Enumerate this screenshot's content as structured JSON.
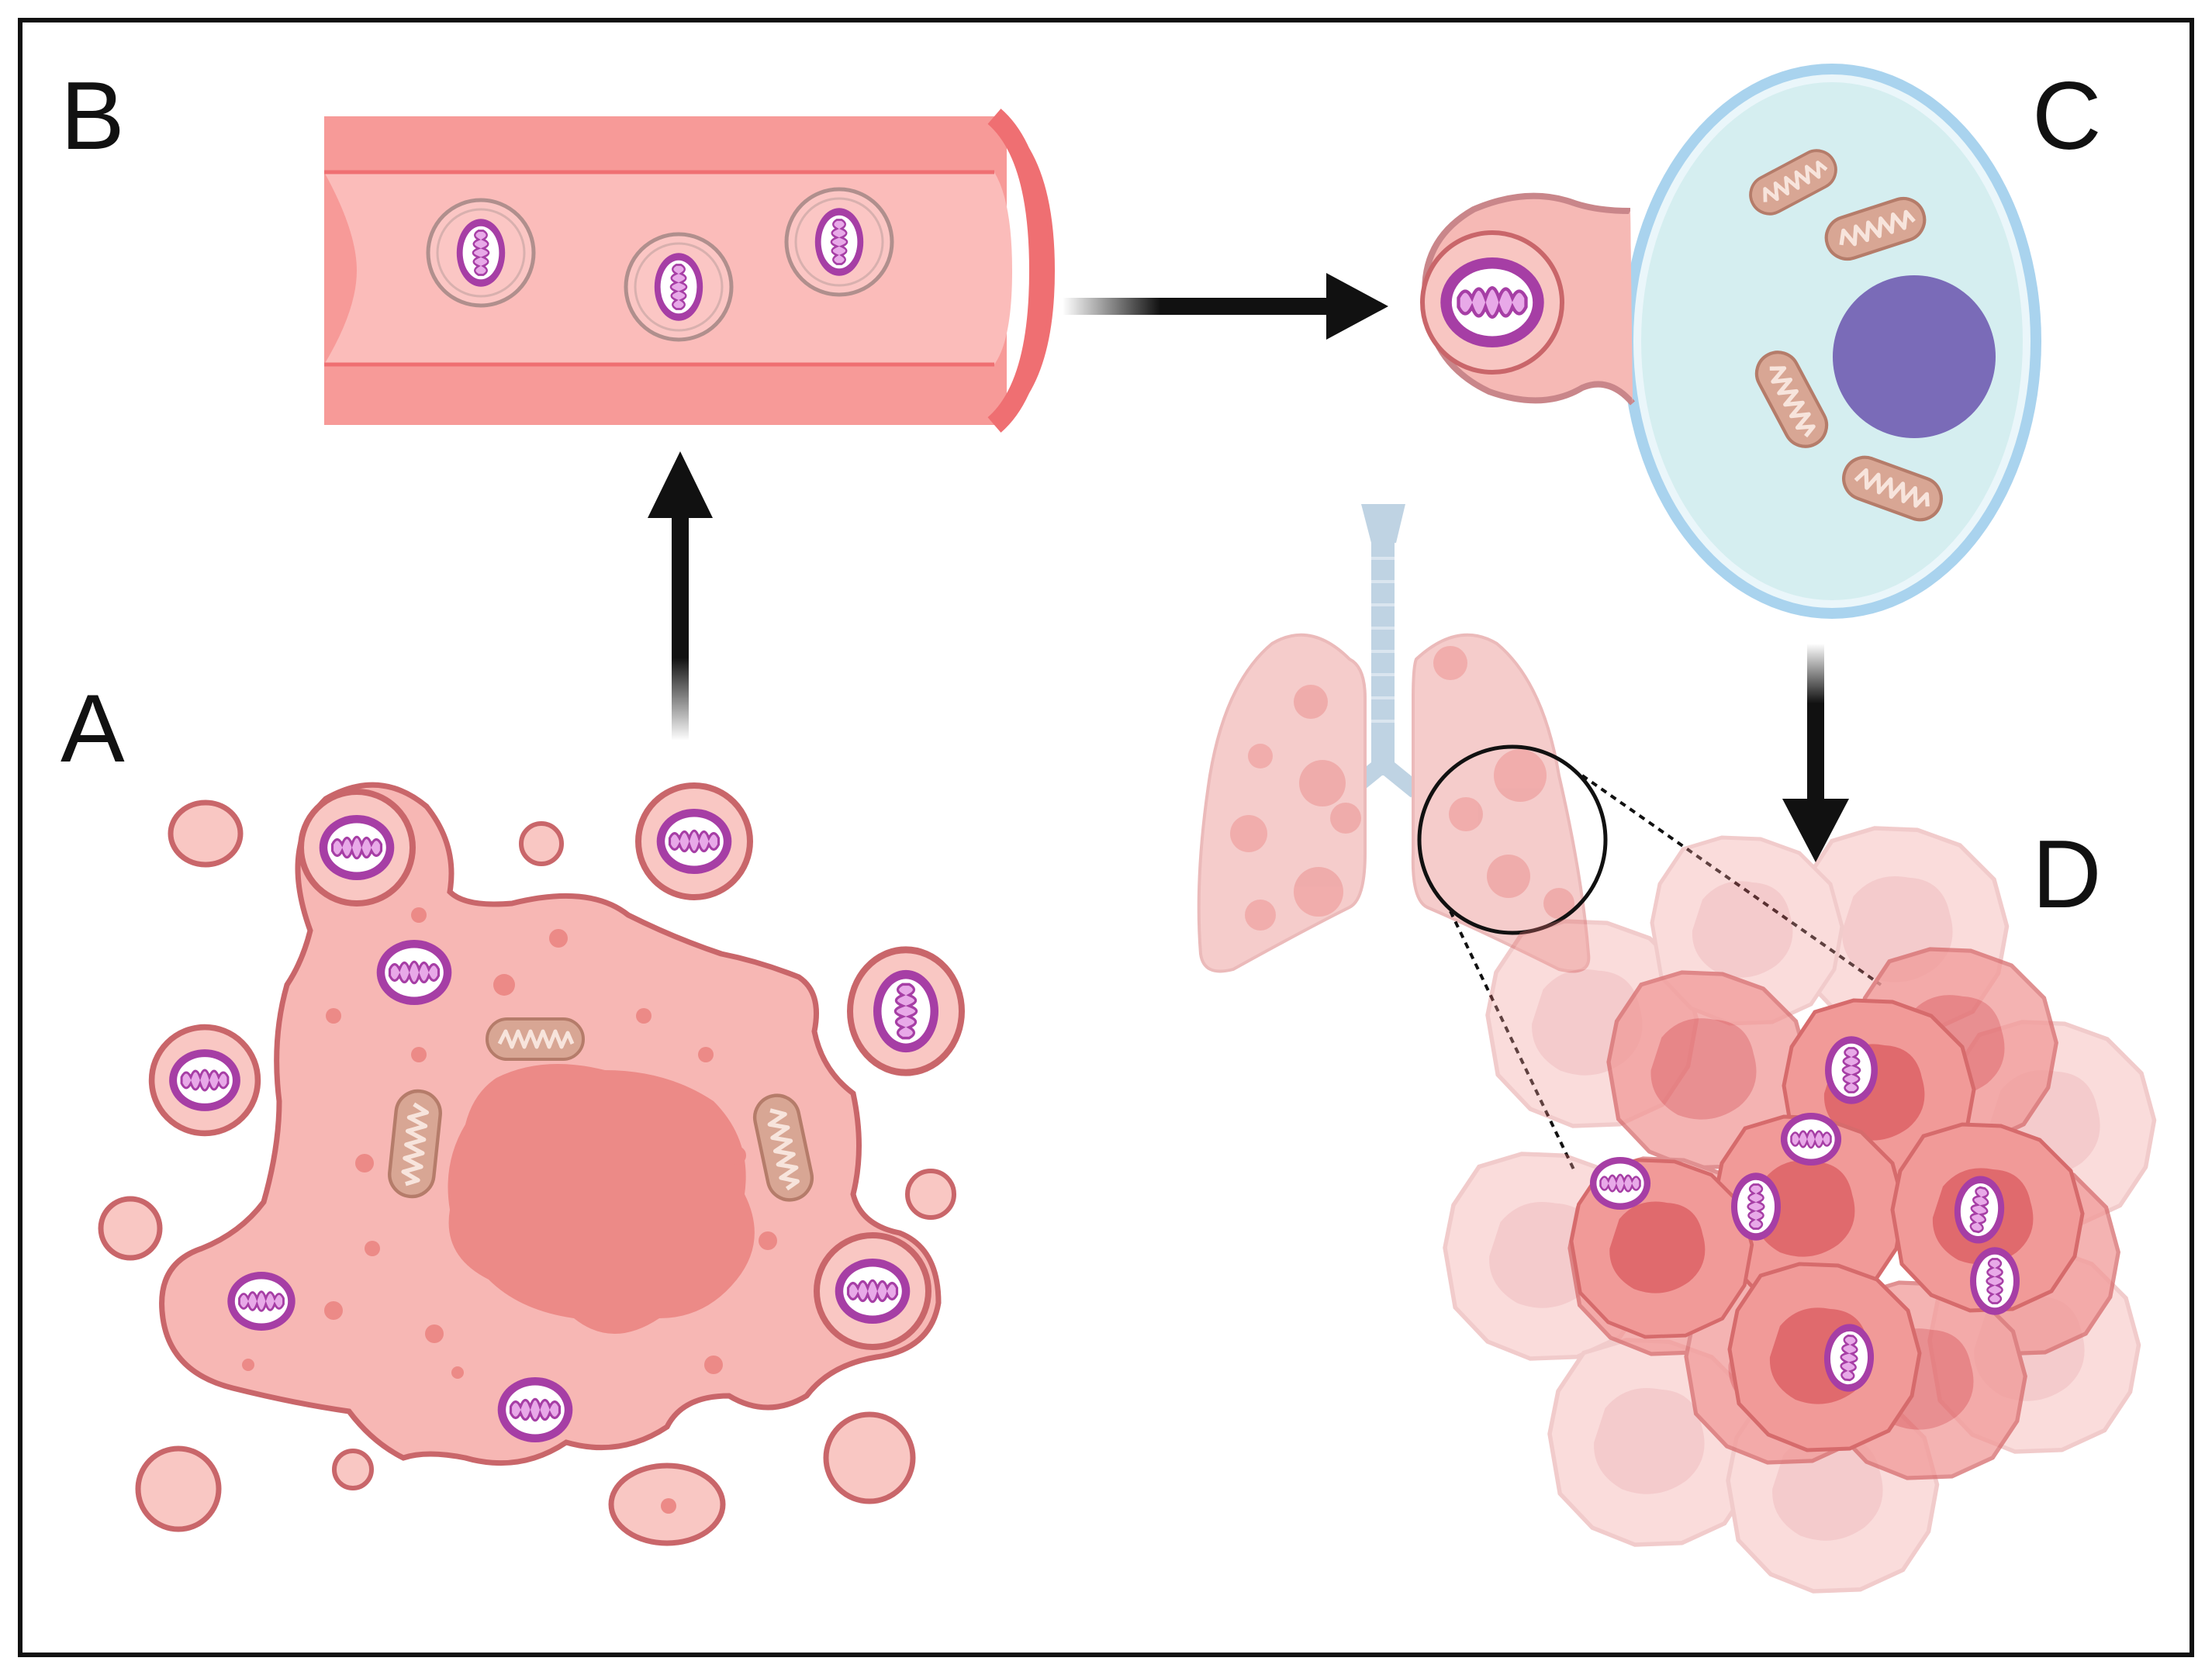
{
  "panels": {
    "a": {
      "letter": "A"
    },
    "b": {
      "letter": "B"
    },
    "c": {
      "letter": "C"
    },
    "d": {
      "letter": "D"
    }
  },
  "colors": {
    "frame": "#111111",
    "arrow": "#111111",
    "tumor_fill": "#f7b7b4",
    "tumor_stroke": "#c9666a",
    "nucleus_tumor": "#ec8a87",
    "vessel_wall": "#f79a98",
    "vessel_lumen": "#fbbcba",
    "vessel_edge": "#ef6f72",
    "mito_outer": "#a63ea5",
    "mito_inner": "#e8a9e8",
    "mito_brown": "#d8a694",
    "host_cytoplasm": "#d5eef0",
    "host_membrane": "#a9d3ee",
    "host_nucleus": "#7a6bb8",
    "lung": "#f4c7c6",
    "trachea": "#b9cfe0",
    "metastasis": "#ee8f8f"
  },
  "icons": [
    "tumor-cell-icon",
    "blood-vessel-icon",
    "mitochondrion-icon",
    "host-cell-icon",
    "lungs-icon",
    "metastatic-cluster-icon",
    "magnifier-circle-icon",
    "arrow-icon"
  ]
}
